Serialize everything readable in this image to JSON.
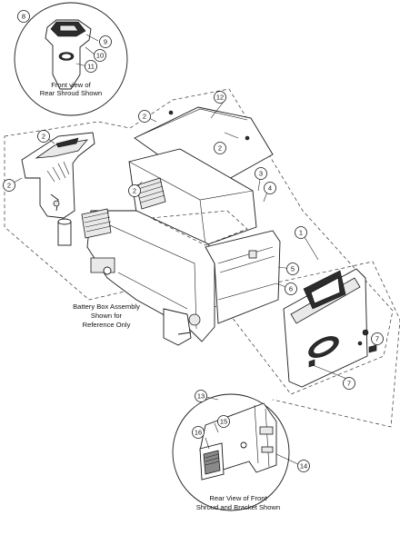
{
  "callouts": {
    "c1": "1",
    "c2a": "2",
    "c2b": "2",
    "c2c": "2",
    "c2d": "2",
    "c2e": "2",
    "c3": "3",
    "c4": "4",
    "c5": "5",
    "c6": "6",
    "c7a": "7",
    "c7b": "7",
    "c8": "8",
    "c9": "9",
    "c10": "10",
    "c11": "11",
    "c12": "12",
    "c13": "13",
    "c14": "14",
    "c15": "15",
    "c16": "16"
  },
  "captions": {
    "rear_shroud": [
      "Front view of",
      "Rear Shroud Shown"
    ],
    "battery_box": [
      "Battery Box Assembly",
      "Shown for",
      "Reference Only"
    ],
    "front_shroud": [
      "Rear View of Front",
      "Shroud and Bracket Shown"
    ]
  }
}
